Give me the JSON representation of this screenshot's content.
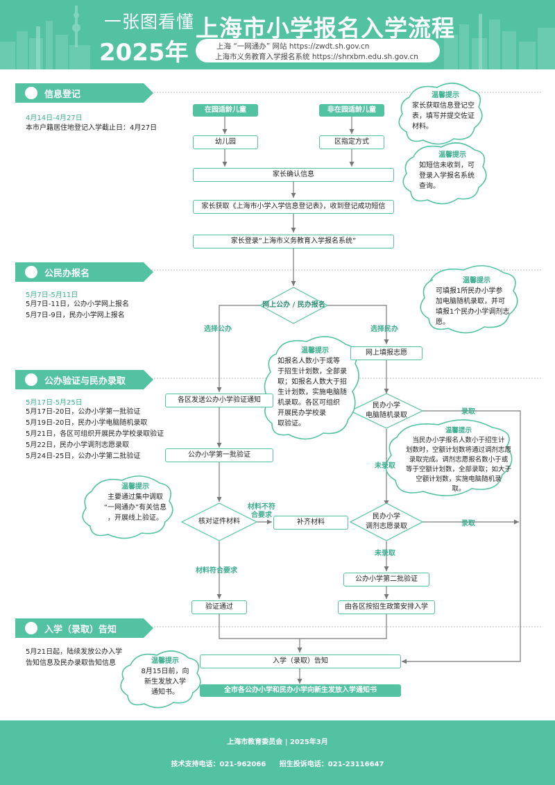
{
  "header": {
    "line1": "一张图看懂",
    "line2": "2025年",
    "title": "上海市小学报名入学流程",
    "url1": "上海 “一网通办” 网站 https://zwdt.sh.gov.cn",
    "url2": "上海市义务教育入学报名系统 https://shrxbm.edu.sh.gov.cn"
  },
  "sections": {
    "s1": {
      "label": "信息登记",
      "date": "4月14日-4月27日",
      "lines": [
        "本市户籍居住地登记入学截止日：4月27日"
      ]
    },
    "s2": {
      "label": "公民办报名",
      "date": "5月7日-5月11日",
      "lines": [
        "5月7日-11日，公办小学网上报名",
        "5月7日-9日，民办小学网上报名"
      ]
    },
    "s3": {
      "label": "公办验证与民办录取",
      "date": "5月17日-5月25日",
      "lines": [
        "5月17日-20日，公办小学第一批验证",
        "5月19日-20日，民办小学电脑随机录取",
        "5月21日，各区可组织开展民办学校录取验证",
        "5月22日，民办小学调剂志愿录取",
        "5月24日-25日，公办小学第二批验证"
      ]
    },
    "s4": {
      "label": "入学（录取）告知",
      "lines": [
        "5月21日起，陆续发放公办入学",
        "告知信息及民办录取告知信息"
      ]
    }
  },
  "flow": {
    "in_kindergarten": "在园适龄儿童",
    "not_in_kindergarten": "非在园适龄儿童",
    "kindergarten": "幼儿园",
    "district_way": "区指定方式",
    "parent_confirm": "家长确认信息",
    "get_form": "家长获取《上海市小学入学信息登记表》，收到登记成功短信",
    "login_system": "家长登录“上海市义务教育入学报名系统”",
    "online_apply": "网上公办 / 民办报名",
    "choose_public": "选择公办",
    "choose_private": "选择民办",
    "fill_wish": "网上填报志愿",
    "send_notice": "各区发送公办小学验证通知",
    "private_lottery": [
      "民办小学",
      "电脑随机录取"
    ],
    "admitted": "录取",
    "not_admitted": "未录取",
    "first_verify": "公办小学第一批验证",
    "private_adjust": [
      "民办小学",
      "调剂志愿录取"
    ],
    "check_material": "核对证件材料",
    "material_fail": [
      "材料不符",
      "合要求"
    ],
    "supplement": "补齐材料",
    "material_ok": "材料符合要求",
    "second_verify": "公办小学第二批验证",
    "verify_pass": "验证通过",
    "district_arrange": "由各区按招生政策安排入学",
    "admission_notice": "入学（录取）告知",
    "citywide_notice": "全市各公办小学和民办小学向新生发放入学通知书"
  },
  "tips": {
    "title": "温馨提示",
    "t1": [
      "家长获取信息登记空",
      "表，填写并提交佐证",
      "材料。"
    ],
    "t2": [
      "如短信未收到，可",
      "登录入学报名系统",
      "查询。"
    ],
    "t3": [
      "可填报1所民办小学参",
      "加电脑随机录取，并可",
      "填报1个民办小学调剂志",
      "愿。"
    ],
    "t4": [
      "如报名人数小于或等",
      "于招生计划数，全部录",
      "取；如报名人数大于招",
      "生计划数，实施电脑随",
      "机录取。各区可组织",
      "开展民办学校录",
      "取验证。"
    ],
    "t5": [
      "当民办小学报名人数小于招生计",
      "划数时，空额计划数将通过调剂志愿",
      "录取完成。调剂志愿报名数小于或",
      "等于空额计划数，全部录取；如大于",
      "空额计划数，实施电脑随机录",
      "取。"
    ],
    "t6": [
      "主要通过集中调取",
      "“一网通办”有关信息",
      "，开展线上验证。"
    ],
    "t7": [
      "8月15日前，向",
      "新生发放入学",
      "通知书。"
    ]
  },
  "footer": {
    "org": "上海市教育委员会  |  2025年3月",
    "tech": "技术支持电话：021-962066",
    "complaint": "招生投诉电话：021-23116647"
  },
  "colors": {
    "accent": "#52c2a1",
    "accent_dark": "#3aae8c"
  }
}
